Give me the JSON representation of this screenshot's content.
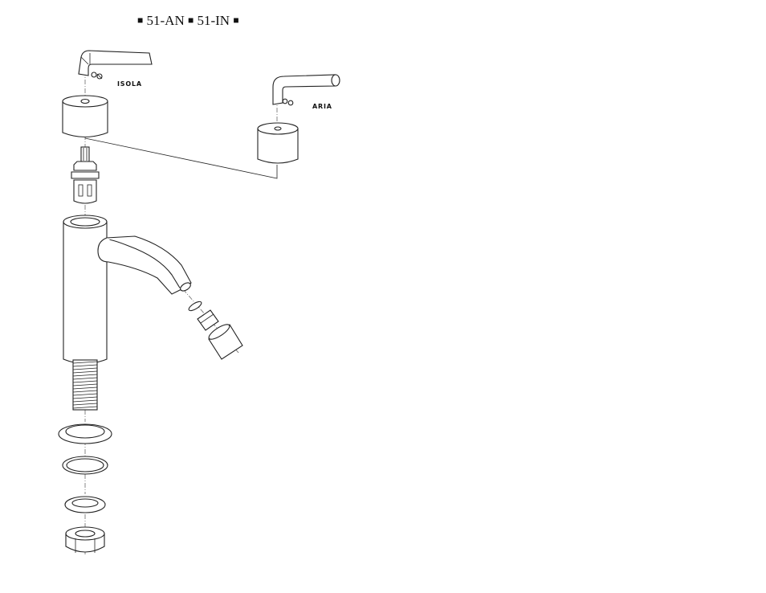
{
  "title": {
    "square": "■",
    "model_a": "51-AN",
    "model_b": "51-IN"
  },
  "labels": {
    "handle_isola": "ISOLA",
    "handle_aria": "ARIA"
  }
}
